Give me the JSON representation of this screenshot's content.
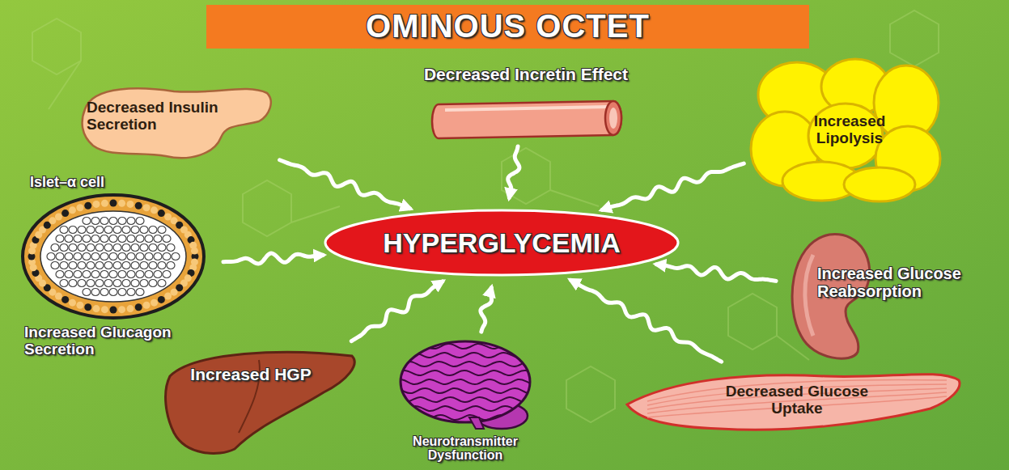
{
  "diagram": {
    "title": "OMINOUS OCTET",
    "nodes": [
      {
        "text": [
          "Decreased Insulin Secretion"
        ]
      },
      {
        "text": [
          "Decreased Incretin Effect"
        ]
      },
      {
        "text": [
          "Increased Lipolysis"
        ]
      },
      {
        "text": [
          "Islet–α cell",
          "Increased Glucagon Secretion"
        ]
      },
      {
        "text": [
          "HYPERGLYCEMIA"
        ]
      },
      {
        "text": [
          "Increased Glucose Reabsorption"
        ]
      },
      {
        "text": [
          "Increased HGP"
        ]
      },
      {
        "text": [
          "Neurotransmitter Dysfunction"
        ]
      },
      {
        "text": [
          "Decreased Glucose Uptake"
        ]
      }
    ],
    "edges": [
      {
        "from": 0,
        "to": 4,
        "arrow": "to"
      },
      {
        "from": 1,
        "to": 4,
        "arrow": "to"
      },
      {
        "from": 2,
        "to": 4,
        "arrow": "to"
      },
      {
        "from": 3,
        "to": 4,
        "arrow": "to"
      },
      {
        "from": 5,
        "to": 4,
        "arrow": "to"
      },
      {
        "from": 6,
        "to": 4,
        "arrow": "to"
      },
      {
        "from": 7,
        "to": 4,
        "arrow": "to"
      },
      {
        "from": 8,
        "to": 4,
        "arrow": "to"
      }
    ]
  }
}
